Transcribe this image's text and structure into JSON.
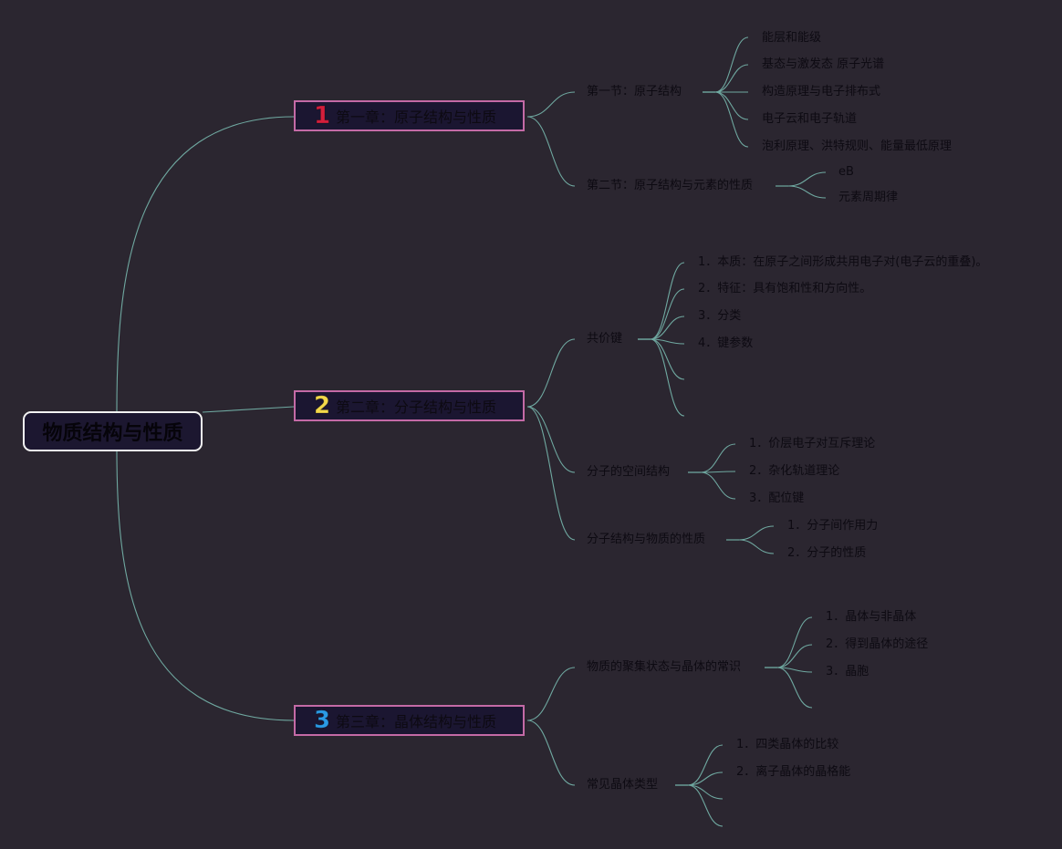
{
  "root": {
    "title": "物质结构与性质"
  },
  "chapters": [
    {
      "num": "1",
      "num_color": "#d41f3c",
      "title": "第一章：原子结构与性质",
      "sections": [
        {
          "title": "第一节：原子结构",
          "items": [
            "能层和能级",
            "基态与激发态 原子光谱",
            "构造原理与电子排布式",
            "电子云和电子轨道",
            "泡利原理、洪特规则、能量最低原理"
          ]
        },
        {
          "title": "第二节：原子结构与元素的性质",
          "items": [
            "eB",
            "元素周期律"
          ]
        }
      ]
    },
    {
      "num": "2",
      "num_color": "#f3d94a",
      "title": "第二章：分子结构与性质",
      "sections": [
        {
          "title": "共价键",
          "items": [
            "1．本质：在原子之间形成共用电子对(电子云的重叠)。",
            "2．特征：具有饱和性和方向性。",
            "3．分类",
            "4．键参数",
            "",
            ""
          ]
        },
        {
          "title": "分子的空间结构",
          "items": [
            "1．价层电子对互斥理论",
            "2．杂化轨道理论",
            "3．配位键"
          ]
        },
        {
          "title": "分子结构与物质的性质",
          "items": [
            "1．分子间作用力",
            "2．分子的性质"
          ]
        }
      ]
    },
    {
      "num": "3",
      "num_color": "#2b9be6",
      "title": "第三章：晶体结构与性质",
      "sections": [
        {
          "title": "物质的聚集状态与晶体的常识",
          "items": [
            "1．晶体与非晶体",
            "2．得到晶体的途径",
            "3．晶胞",
            ""
          ]
        },
        {
          "title": "常见晶体类型",
          "items": [
            "1．四类晶体的比较",
            "2．离子晶体的晶格能",
            "",
            ""
          ]
        }
      ]
    }
  ],
  "colors": {
    "background": "#2b2630",
    "link": "#6fa8a0",
    "chapter_border": "#c46aa6",
    "chapter_fill": "#1b1631",
    "root_border": "#f2f2f2"
  }
}
